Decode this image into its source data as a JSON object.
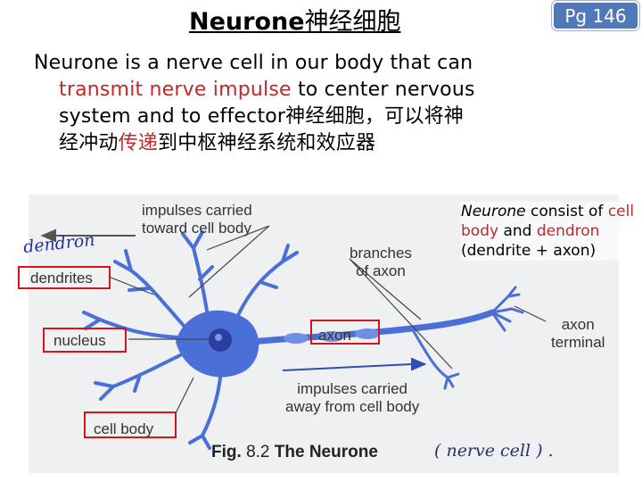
{
  "header": {
    "title_en": "Neurone",
    "title_cn": "神经细胞",
    "page_badge": "Pg 146"
  },
  "intro": {
    "line1": "Neurone is a nerve cell in our body that can",
    "line2_red": "transmit nerve impulse",
    "line2_rest": " to center nervous",
    "line3": "system and to effector神经细胞，可以将神",
    "line4_a": "经冲动",
    "line4_red": "传递",
    "line4_b": "到中枢神经系统和效应器"
  },
  "figure": {
    "label_impulses_toward": "impulses carried\ntoward cell body",
    "label_branches": "branches\nof axon",
    "label_dendrites": "dendrites",
    "label_nucleus": "nucleus",
    "label_axon": "axon",
    "label_axon_terminal": "axon\nterminal",
    "label_impulses_away": "impulses carried\naway from cell body",
    "label_cell_body": "cell body",
    "caption_fig": "Fig.",
    "caption_num": "8.2",
    "caption_text": "The Neurone",
    "handwritten_dendron": "dendron",
    "handwritten_nerve_cell": "( nerve  cell ) .",
    "colors": {
      "cell": "#4a6fd6",
      "nucleus": "#2a3f9e",
      "highlight_box": "#d8141b"
    }
  },
  "side_note": {
    "neurone": "Neurone",
    "consist_of": " consist of ",
    "cell_body": "cell body",
    "and": " and ",
    "dendron": "dendron",
    "rest": " (dendrite + axon)"
  }
}
